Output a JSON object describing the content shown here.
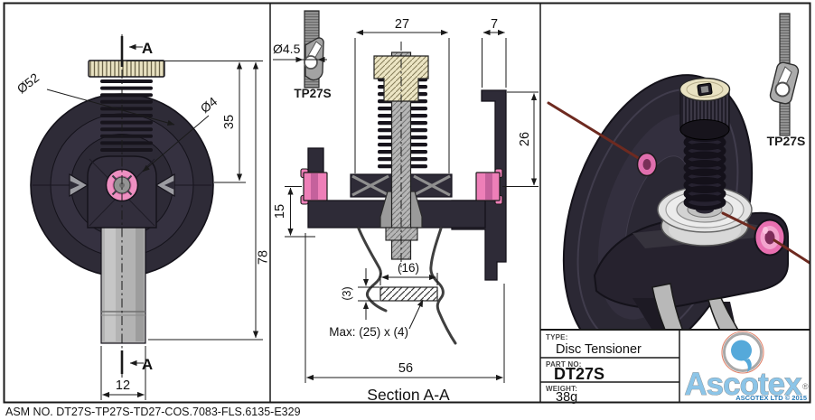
{
  "footer": {
    "asm_no": "ASM NO. DT27S-TP27S-TD27-COS.7083-FLS.6135-E329"
  },
  "front_view": {
    "section_label": "A",
    "dia_disc": "Ø52",
    "dia_hole": "Ø4",
    "dim_35": "35",
    "dim_78": "78",
    "dim_12": "12"
  },
  "section_view": {
    "title": "Section A-A",
    "dim_27": "27",
    "dim_7": "7",
    "dim_26": "26",
    "dim_15": "15",
    "dim_16": "(16)",
    "dim_3": "(3)",
    "dim_max": "Max: (25) x (4)",
    "dim_56": "56",
    "guide": {
      "label": "TP27S",
      "dia": "Ø4.5"
    }
  },
  "iso_view": {
    "guide_label": "TP27S"
  },
  "title_block": {
    "type_label": "TYPE:",
    "type_value": "Disc Tensioner",
    "part_label": "PART NO:",
    "part_value": "DT27S",
    "weight_label": "WEIGHT:",
    "weight_value": "38g",
    "brand": "Ascotex",
    "registered": "®",
    "copyright": "ASCOTEX LTD © 2015"
  },
  "colors": {
    "line": "#1a1a1a",
    "dark_part": "#2e2b37",
    "pink": "#ee7fb8",
    "cream": "#e9e2c2",
    "steel": "#b3b3b3",
    "brand_blue": "#8cc5e8",
    "wire": "#6e2a20"
  }
}
